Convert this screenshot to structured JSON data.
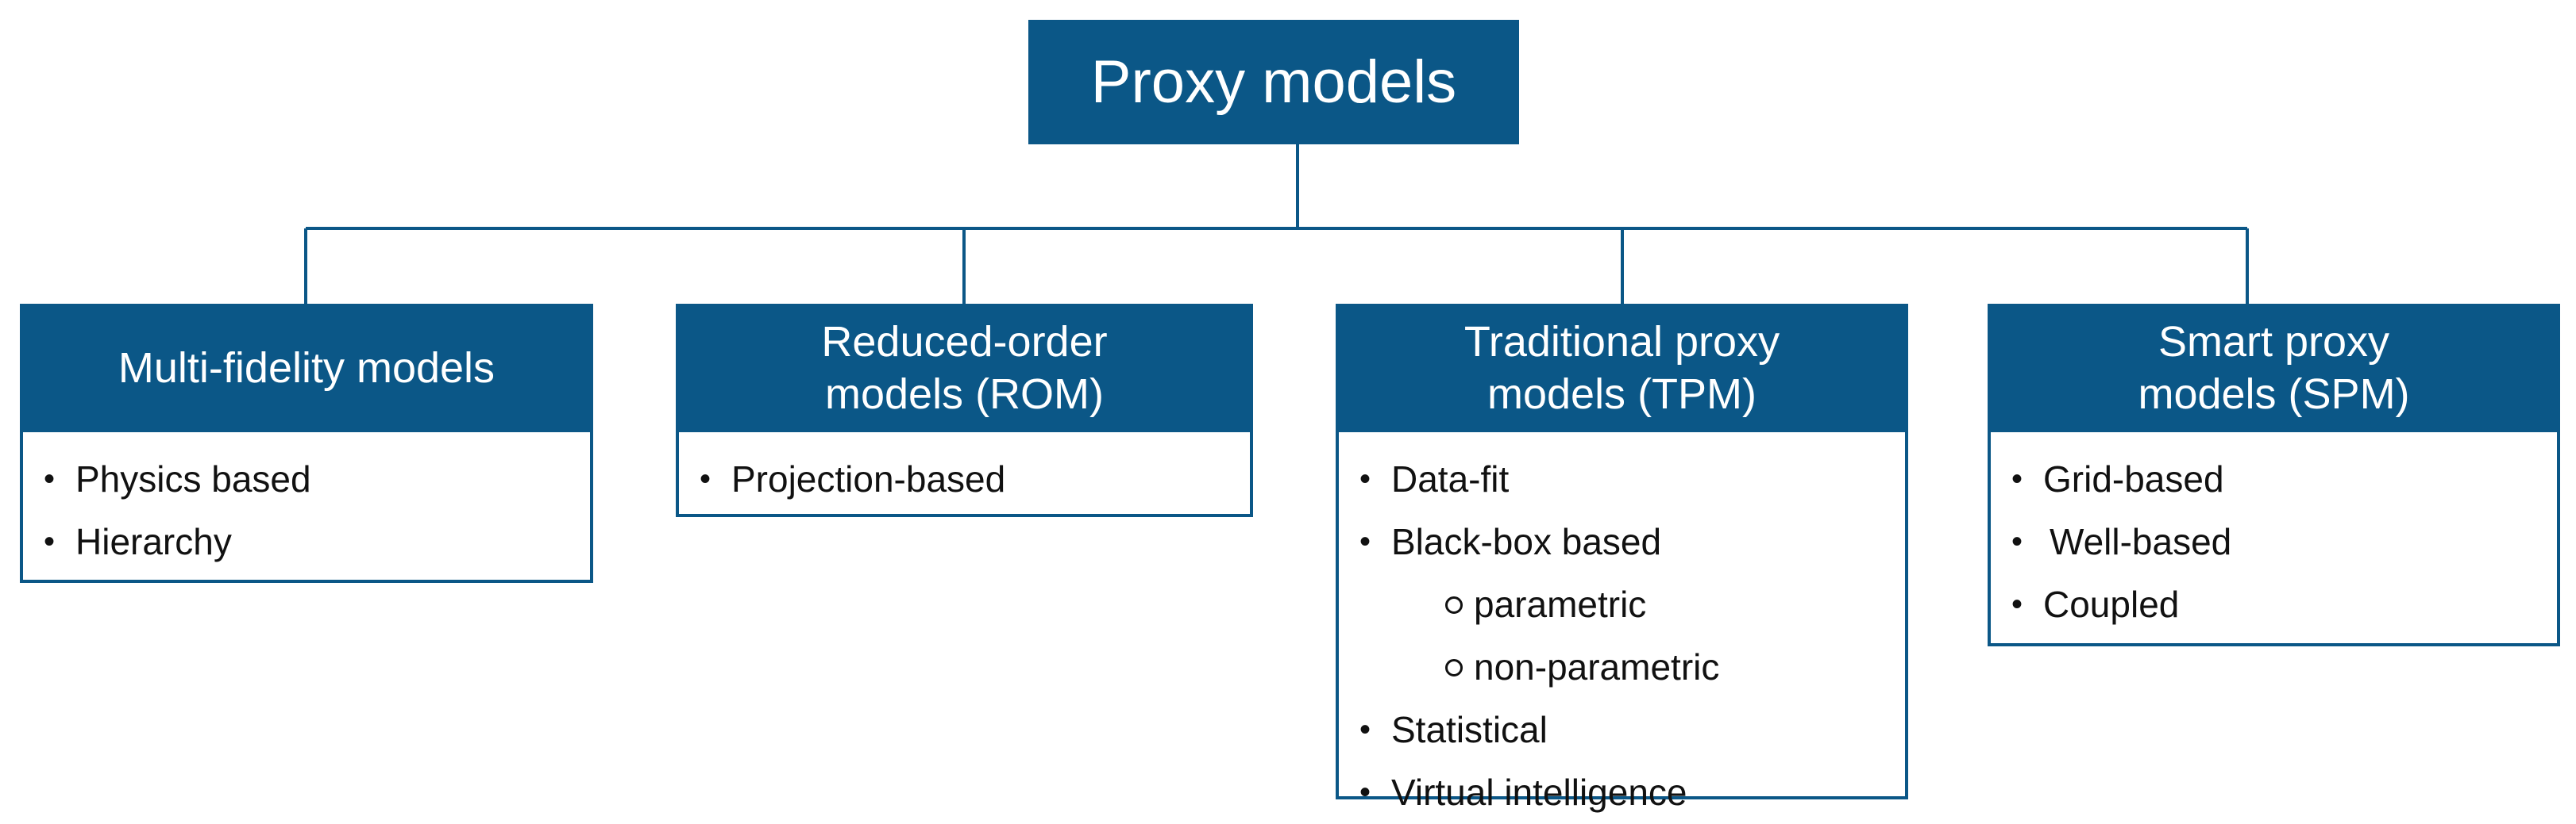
{
  "root": {
    "label": "Proxy models"
  },
  "categories": [
    {
      "title_line1": "Multi-fidelity models",
      "title_line2": "",
      "items": [
        {
          "label": "Physics based"
        },
        {
          "label": "Hierarchy"
        }
      ]
    },
    {
      "title_line1": "Reduced-order",
      "title_line2": "models (ROM)",
      "items": [
        {
          "label": "Projection-based"
        }
      ]
    },
    {
      "title_line1": "Traditional proxy",
      "title_line2": "models (TPM)",
      "items": [
        {
          "label": "Data-fit"
        },
        {
          "label": "Black-box based",
          "subitems": [
            "parametric",
            "non-parametric"
          ]
        },
        {
          "label": "Statistical"
        },
        {
          "label": "Virtual intelligence"
        }
      ]
    },
    {
      "title_line1": "Smart proxy",
      "title_line2": "models (SPM)",
      "items": [
        {
          "label": "Grid-based"
        },
        {
          "label": "Well-based"
        },
        {
          "label": "Coupled"
        }
      ]
    }
  ],
  "colors": {
    "box_fill": "#0b5787",
    "box_border": "#0b5787",
    "connector": "#0b5787",
    "text_on_fill": "#ffffff",
    "text_body": "#111111"
  }
}
